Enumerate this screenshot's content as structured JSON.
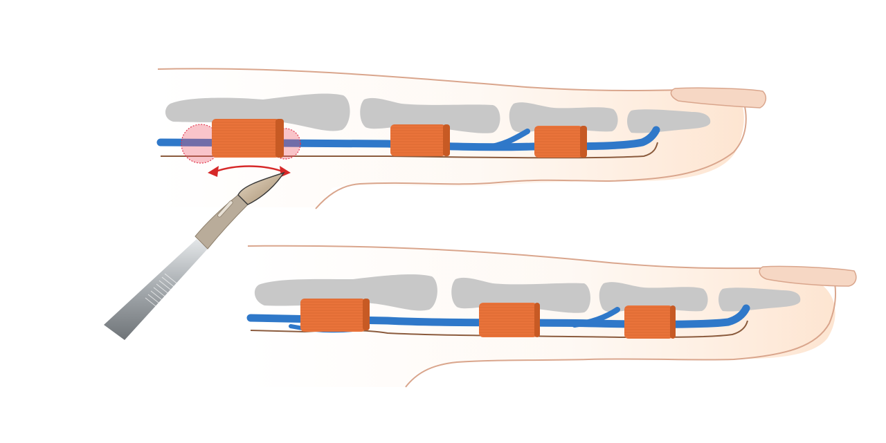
{
  "diagram": {
    "kind": "finger-flexor-tendon-pulley-illustration",
    "panels": [
      {
        "id": "top",
        "state": "before-release",
        "features": [
          "skin-outline",
          "nail",
          "phalanges",
          "flexor-tendon",
          "annular-pulleys",
          "highlighted-pulley",
          "red-double-arrow"
        ]
      },
      {
        "id": "bottom",
        "state": "after-release",
        "features": [
          "skin-outline",
          "nail",
          "phalanges",
          "flexor-tendon",
          "annular-pulleys"
        ]
      }
    ],
    "instrument": "scalpel-icon"
  },
  "colors": {
    "skin_line": "#d9a58c",
    "skin_fill": "#fde6d2",
    "nail": "#f6d7c4",
    "bone": "#c8c8c8",
    "tendon": "#2f78c9",
    "pulley": "#e9733a",
    "pulley_dark": "#c75a24",
    "highlight": "#ef5a6a",
    "arrow": "#d62828",
    "blade": "#c9b89f",
    "handle": "#9da3a6"
  }
}
